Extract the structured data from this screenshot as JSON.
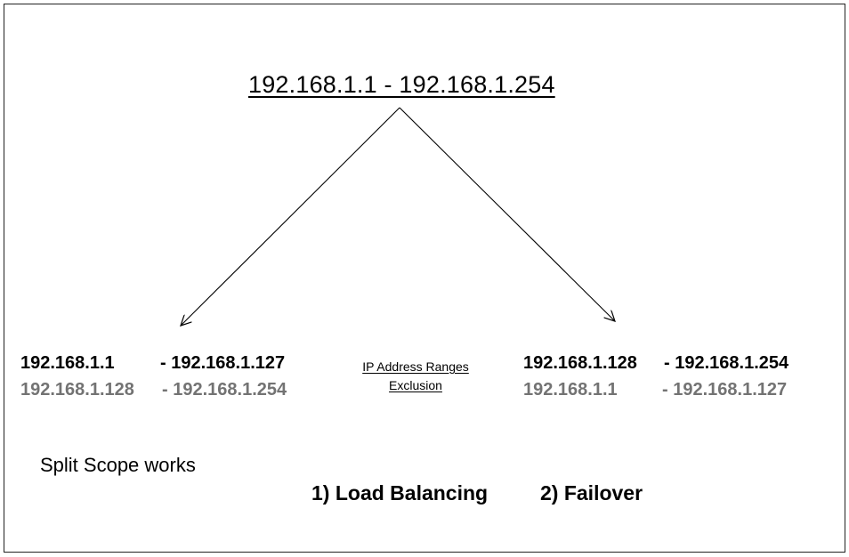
{
  "diagram": {
    "top_range": "192.168.1.1 - 192.168.1.254",
    "left_server": {
      "primary_start": "192.168.1.1",
      "primary_end": "- 192.168.1.127",
      "secondary_start": "192.168.1.128",
      "secondary_end": "- 192.168.1.254"
    },
    "right_server": {
      "primary_start": "192.168.1.128",
      "primary_end": "- 192.168.1.254",
      "secondary_start": "192.168.1.1",
      "secondary_end": "- 192.168.1.127"
    },
    "exclusion_label": {
      "line1": "IP Address Ranges",
      "line2": "Exclusion"
    },
    "split_scope_text": "Split Scope works",
    "modes": {
      "first": "1)  Load Balancing",
      "second": "2)  Failover"
    },
    "colors": {
      "primary_text": "#000000",
      "secondary_text": "#737373",
      "line": "#000000"
    }
  }
}
